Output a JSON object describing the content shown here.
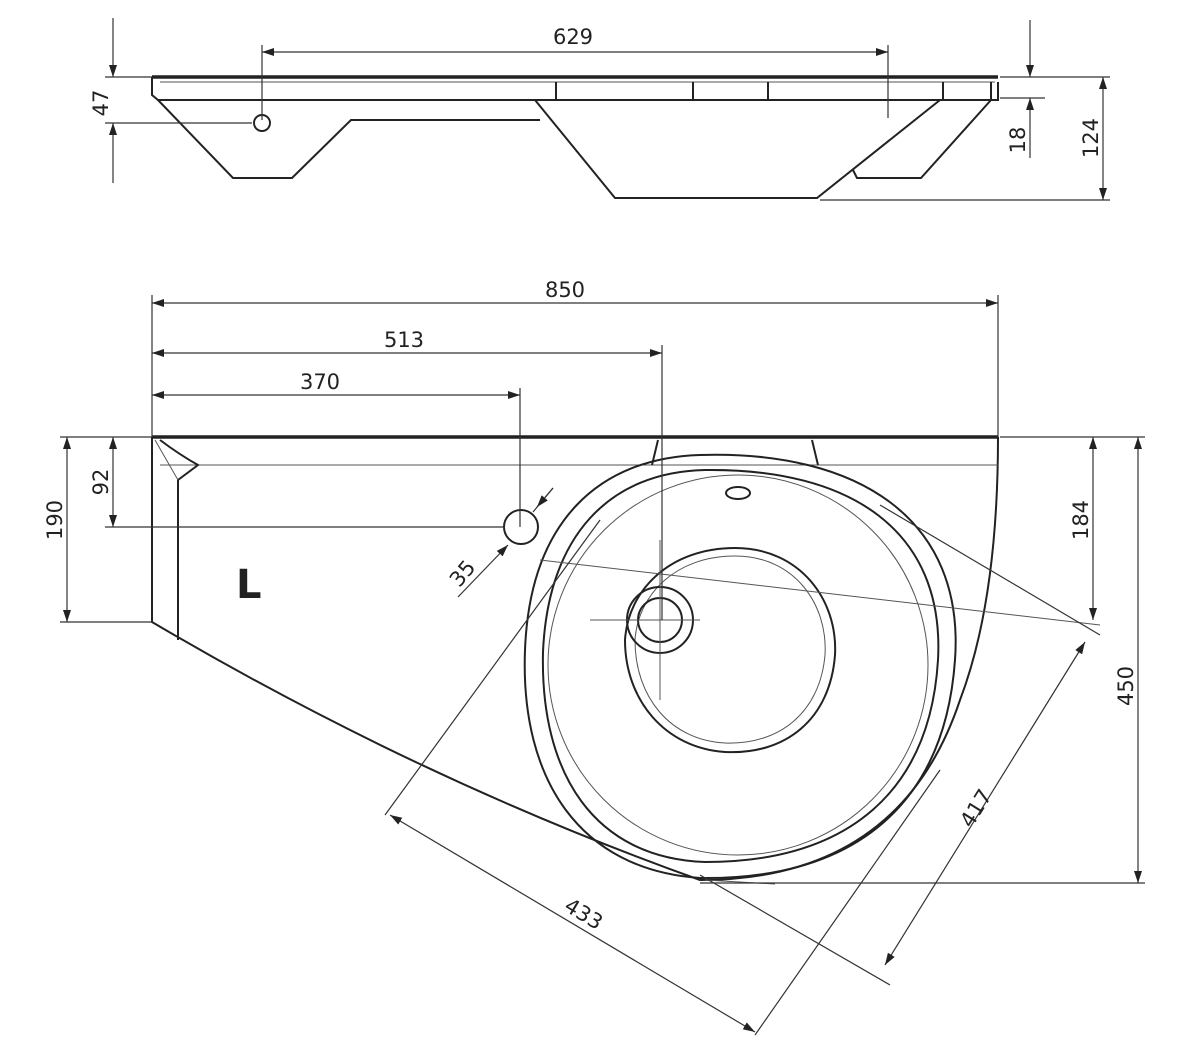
{
  "drawing": {
    "side_view": {
      "dim_width_629": "629",
      "dim_drain_height_47": "47",
      "dim_slab_18": "18",
      "dim_total_height_124": "124"
    },
    "plan_view": {
      "dim_850": "850",
      "dim_513": "513",
      "dim_370": "370",
      "dim_92": "92",
      "dim_190": "190",
      "dim_184": "184",
      "dim_450": "450",
      "dim_35": "35",
      "dim_433": "433",
      "dim_417": "417",
      "side_marker": "L"
    },
    "line_color": "#222222"
  }
}
